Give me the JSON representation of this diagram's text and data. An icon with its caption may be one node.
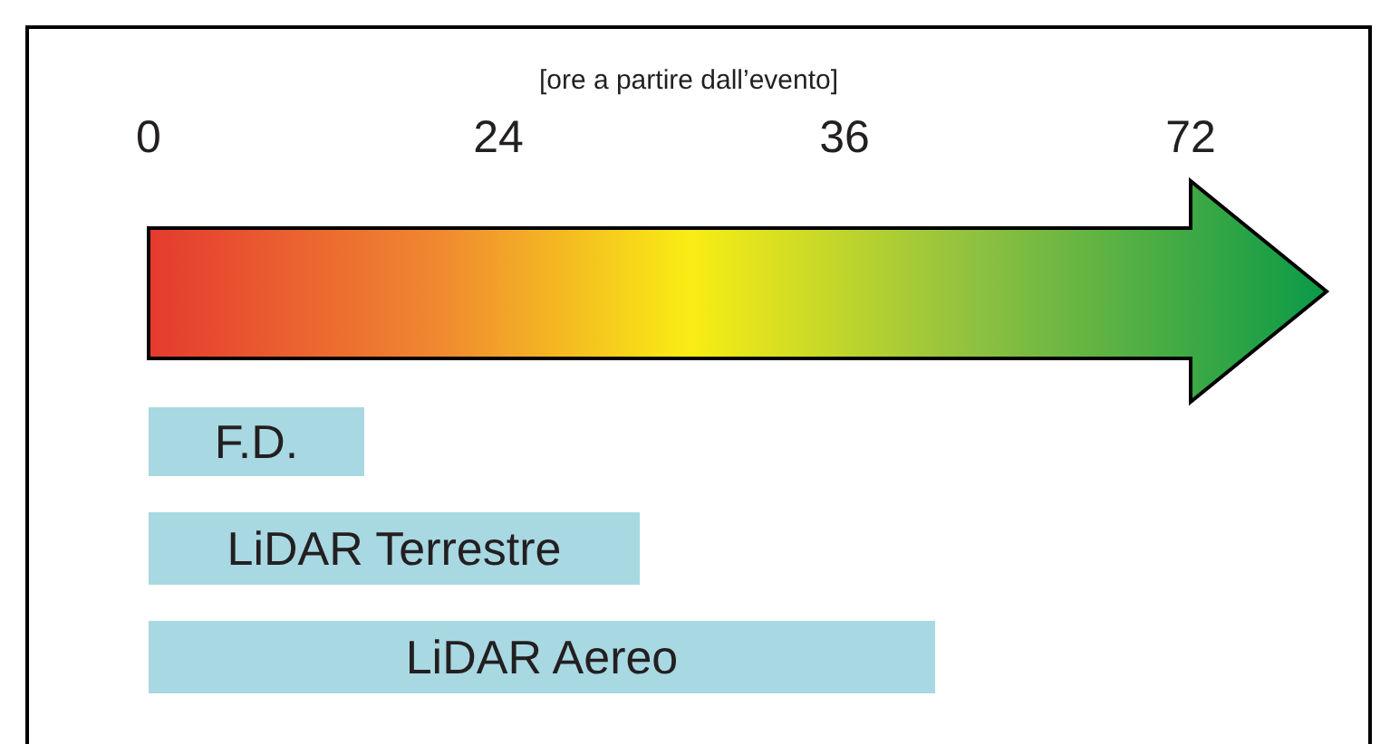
{
  "diagram": {
    "nodes": [
      {
        "text": [
          "F.D."
        ]
      },
      {
        "text": [
          "LiDAR Terrestre"
        ]
      },
      {
        "text": [
          "LiDAR Aereo"
        ]
      }
    ],
    "labels": [
      "[ore a partire dall’evento]",
      "0",
      "24",
      "36",
      "72"
    ]
  }
}
